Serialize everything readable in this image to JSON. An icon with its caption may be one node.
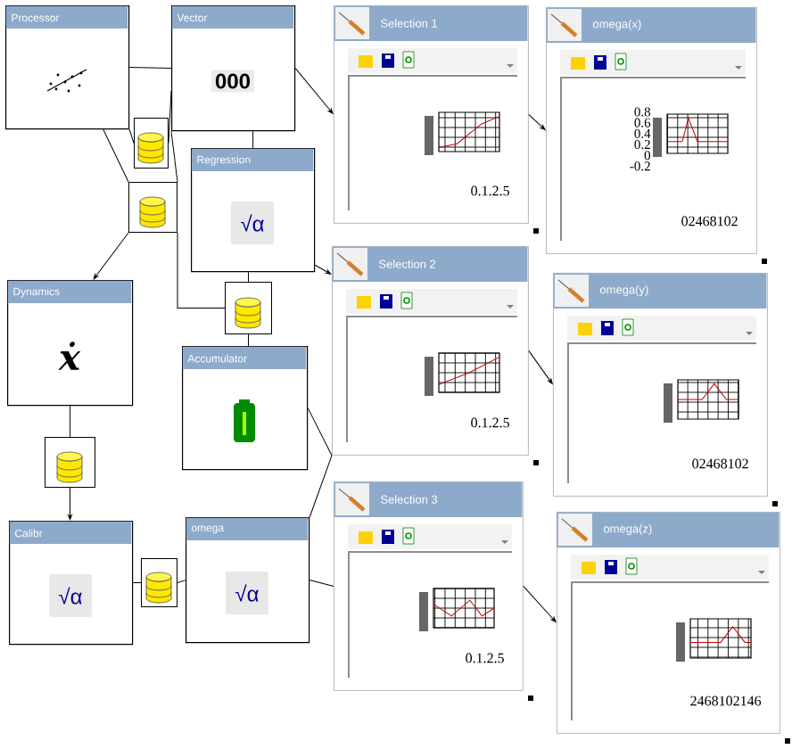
{
  "diagram": {
    "nodes": [
      {
        "text": [
          "Processor"
        ]
      },
      {
        "text": [
          "Vector",
          "000"
        ]
      },
      {
        "text": [
          "Regression",
          "√α"
        ]
      },
      {
        "text": [
          "Dynamics",
          "ẋ"
        ]
      },
      {
        "text": [
          "Accumulator"
        ]
      },
      {
        "text": [
          "Calibr",
          "√α"
        ]
      },
      {
        "text": [
          "omega",
          "√α"
        ]
      },
      {
        "text": [
          "Selection 1",
          "0.1.2.5"
        ]
      },
      {
        "text": [
          "Selection 2",
          "0.1.2.5"
        ]
      },
      {
        "text": [
          "Selection 3",
          "0.1.2.5"
        ]
      },
      {
        "text": [
          "omega(x)",
          "02468102",
          "0.8 0.6 0.4 0.2 0 -0.2"
        ]
      },
      {
        "text": [
          "omega(y)",
          "02468102"
        ]
      },
      {
        "text": [
          "omega(z)",
          "2468102146"
        ]
      },
      {
        "text": [],
        "shape": "cylinder"
      },
      {
        "text": [],
        "shape": "cylinder"
      },
      {
        "text": [],
        "shape": "cylinder"
      },
      {
        "text": [],
        "shape": "cylinder"
      },
      {
        "text": [],
        "shape": "cylinder"
      }
    ],
    "edges": [
      {
        "from": 0,
        "to": 1,
        "arrow": "none"
      },
      {
        "from": 0,
        "to": 14,
        "arrow": "none"
      },
      {
        "from": 1,
        "to": 14,
        "arrow": "none"
      },
      {
        "from": 0,
        "to": 13,
        "arrow": "none"
      },
      {
        "from": 1,
        "to": 13,
        "arrow": "none"
      },
      {
        "from": 14,
        "to": 3,
        "arrow": "to"
      },
      {
        "from": 1,
        "to": 7,
        "arrow": "to"
      },
      {
        "from": 2,
        "to": 8,
        "arrow": "to"
      },
      {
        "from": 1,
        "to": 2,
        "arrow": "none"
      },
      {
        "from": 14,
        "to": 15,
        "arrow": "none"
      },
      {
        "from": 2,
        "to": 15,
        "arrow": "none"
      },
      {
        "from": 15,
        "to": 4,
        "arrow": "none"
      },
      {
        "from": 3,
        "to": 16,
        "arrow": "none"
      },
      {
        "from": 16,
        "to": 5,
        "arrow": "to"
      },
      {
        "from": 5,
        "to": 17,
        "arrow": "none"
      },
      {
        "from": 17,
        "to": 6,
        "arrow": "none"
      },
      {
        "from": 4,
        "to": 8,
        "arrow": "none"
      },
      {
        "from": 6,
        "to": 8,
        "arrow": "none"
      },
      {
        "from": 6,
        "to": 9,
        "arrow": "none"
      },
      {
        "from": 7,
        "to": 10,
        "arrow": "to"
      },
      {
        "from": 8,
        "to": 11,
        "arrow": "to"
      },
      {
        "from": 9,
        "to": 12,
        "arrow": "to"
      }
    ]
  }
}
